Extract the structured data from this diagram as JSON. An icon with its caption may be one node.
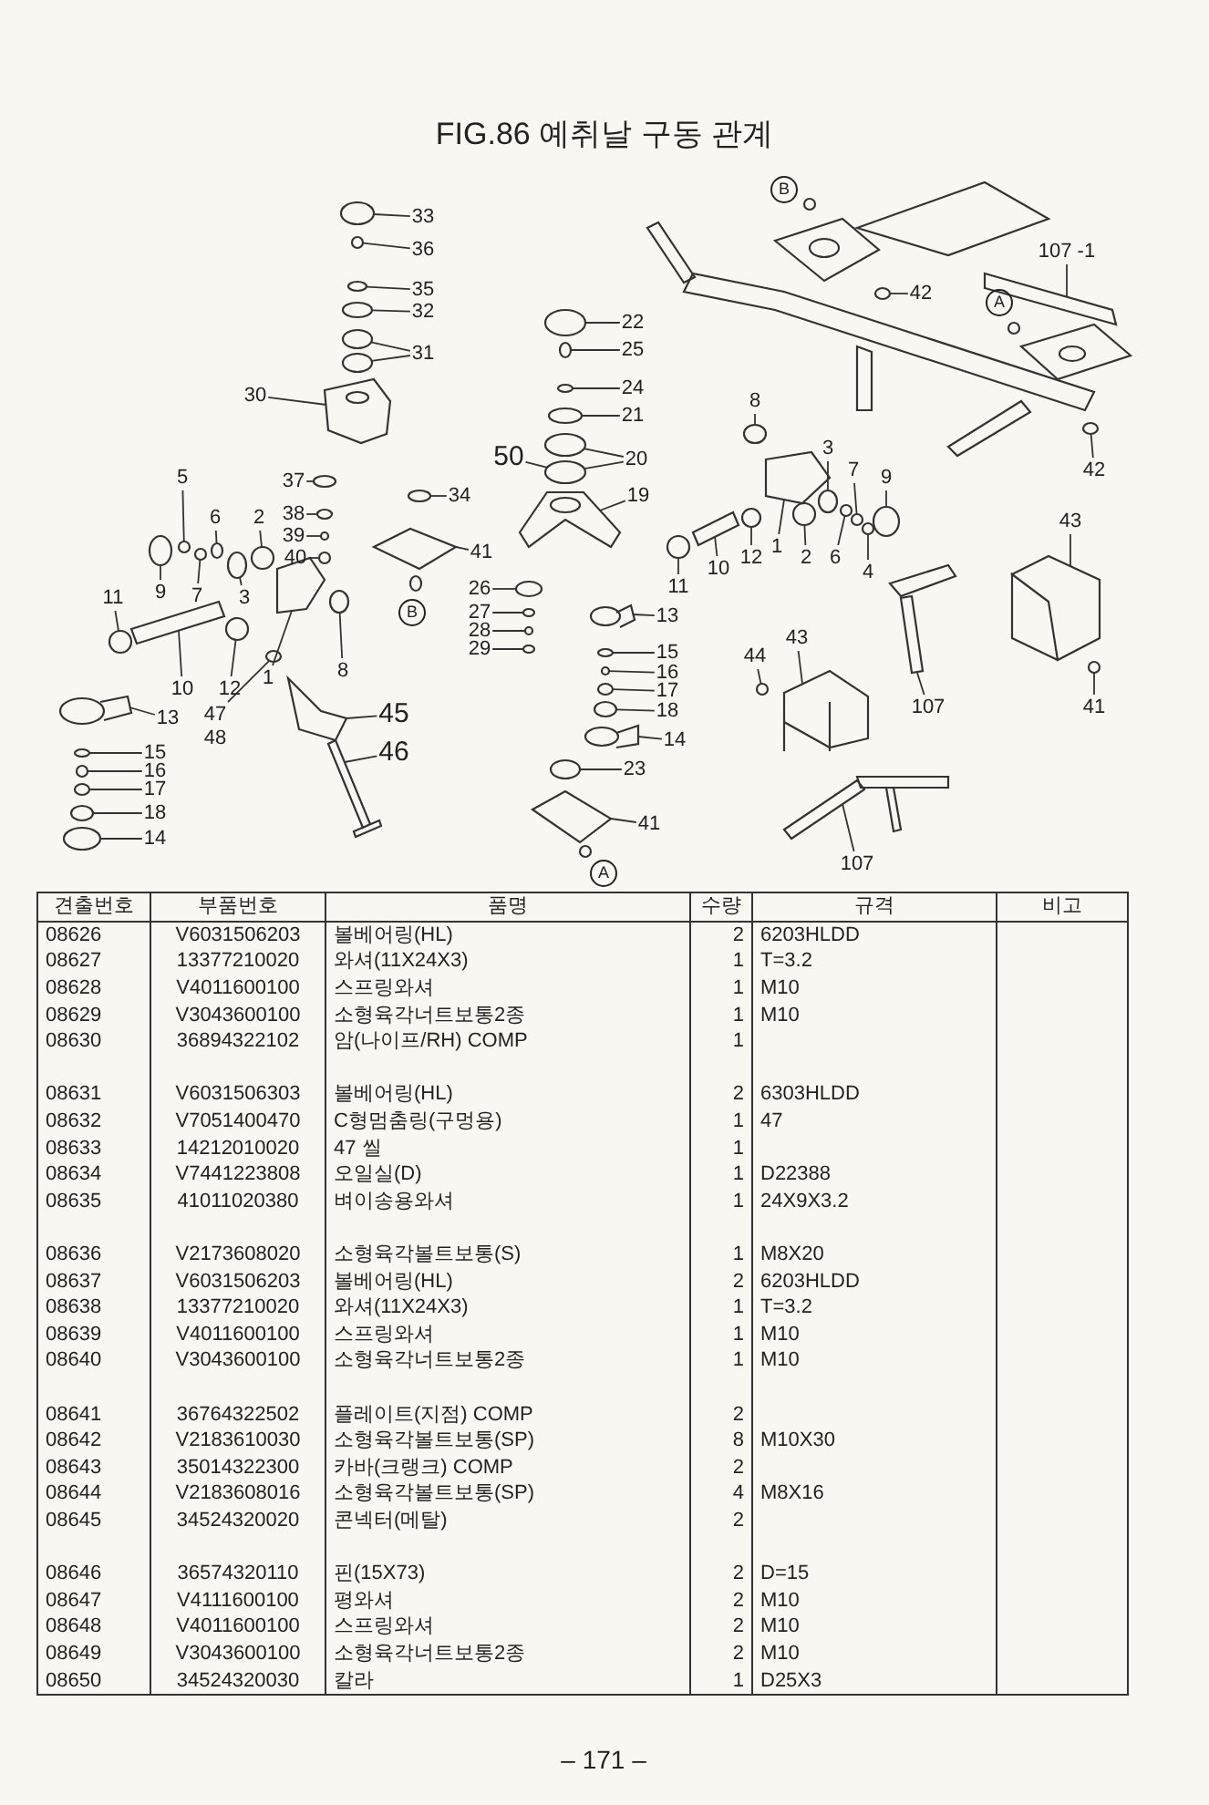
{
  "diagram": {
    "title": "FIG.86 예취날 구동 관계",
    "nodes": [
      {
        "text": [
          "B"
        ]
      },
      {
        "text": [
          "33"
        ]
      },
      {
        "text": [
          "36"
        ]
      },
      {
        "text": [
          "107 -1"
        ]
      },
      {
        "text": [
          "35"
        ]
      },
      {
        "text": [
          "42"
        ]
      },
      {
        "text": [
          "A"
        ]
      },
      {
        "text": [
          "32"
        ]
      },
      {
        "text": [
          "22"
        ]
      },
      {
        "text": [
          "25"
        ]
      },
      {
        "text": [
          "31"
        ]
      },
      {
        "text": [
          "24"
        ]
      },
      {
        "text": [
          "30"
        ]
      },
      {
        "text": [
          "21"
        ]
      },
      {
        "text": [
          "8"
        ]
      },
      {
        "text": [
          "20"
        ]
      },
      {
        "text": [
          "50"
        ]
      },
      {
        "text": [
          "42"
        ]
      },
      {
        "text": [
          "5"
        ]
      },
      {
        "text": [
          "3"
        ]
      },
      {
        "text": [
          "37"
        ]
      },
      {
        "text": [
          "19"
        ]
      },
      {
        "text": [
          "34"
        ]
      },
      {
        "text": [
          "7"
        ]
      },
      {
        "text": [
          "9"
        ]
      },
      {
        "text": [
          "38"
        ]
      },
      {
        "text": [
          "6"
        ]
      },
      {
        "text": [
          "2"
        ]
      },
      {
        "text": [
          "39"
        ]
      },
      {
        "text": [
          "43"
        ]
      },
      {
        "text": [
          "40"
        ]
      },
      {
        "text": [
          "41"
        ]
      },
      {
        "text": [
          "9"
        ]
      },
      {
        "text": [
          "7"
        ]
      },
      {
        "text": [
          "3"
        ]
      },
      {
        "text": [
          "2"
        ]
      },
      {
        "text": [
          "1"
        ]
      },
      {
        "text": [
          "12"
        ]
      },
      {
        "text": [
          "6"
        ]
      },
      {
        "text": [
          "4"
        ]
      },
      {
        "text": [
          "26"
        ]
      },
      {
        "text": [
          "10"
        ]
      },
      {
        "text": [
          "27"
        ]
      },
      {
        "text": [
          "11"
        ]
      },
      {
        "text": [
          "B"
        ]
      },
      {
        "text": [
          "28"
        ]
      },
      {
        "text": [
          "13"
        ]
      },
      {
        "text": [
          "43"
        ]
      },
      {
        "text": [
          "11"
        ]
      },
      {
        "text": [
          "29"
        ]
      },
      {
        "text": [
          "15"
        ]
      },
      {
        "text": [
          "44"
        ]
      },
      {
        "text": [
          "1"
        ]
      },
      {
        "text": [
          "8"
        ]
      },
      {
        "text": [
          "16"
        ]
      },
      {
        "text": [
          "41"
        ]
      },
      {
        "text": [
          "10"
        ]
      },
      {
        "text": [
          "12"
        ]
      },
      {
        "text": [
          "17"
        ]
      },
      {
        "text": [
          "47"
        ]
      },
      {
        "text": [
          "107"
        ]
      },
      {
        "text": [
          "18"
        ]
      },
      {
        "text": [
          "45"
        ]
      },
      {
        "text": [
          "13"
        ]
      },
      {
        "text": [
          "14"
        ]
      },
      {
        "text": [
          "15"
        ]
      },
      {
        "text": [
          "46"
        ]
      },
      {
        "text": [
          "23"
        ]
      },
      {
        "text": [
          "16"
        ]
      },
      {
        "text": [
          "17"
        ]
      },
      {
        "text": [
          "18"
        ]
      },
      {
        "text": [
          "41"
        ]
      },
      {
        "text": [
          "14"
        ]
      },
      {
        "text": [
          "107"
        ]
      },
      {
        "text": [
          "A"
        ]
      },
      {
        "text": [],
        "shape": "circle"
      },
      {
        "text": [],
        "shape": "circle"
      },
      {
        "text": [],
        "shape": "picture"
      },
      {
        "text": [],
        "shape": "circle"
      },
      {
        "text": [],
        "shape": "circle"
      },
      {
        "text": [],
        "shape": "circle"
      },
      {
        "text": [],
        "shape": "circle"
      },
      {
        "text": [],
        "shape": "circle"
      },
      {
        "text": [],
        "shape": "circle"
      },
      {
        "text": [],
        "shape": "circle"
      },
      {
        "text": [],
        "shape": "circle"
      },
      {
        "text": [],
        "shape": "picture"
      },
      {
        "text": [],
        "shape": "circle"
      },
      {
        "text": [],
        "shape": "circle"
      },
      {
        "text": [],
        "shape": "circle"
      },
      {
        "text": [],
        "shape": "circle"
      },
      {
        "text": [],
        "shape": "circle"
      },
      {
        "text": [],
        "shape": "circle"
      },
      {
        "text": [],
        "shape": "circle"
      },
      {
        "text": [],
        "shape": "circle"
      },
      {
        "text": [],
        "shape": "picture"
      },
      {
        "text": [],
        "shape": "circle"
      },
      {
        "text": [],
        "shape": "circle"
      },
      {
        "text": [],
        "shape": "circle"
      },
      {
        "text": [],
        "shape": "circle"
      },
      {
        "text": [],
        "shape": "circle"
      },
      {
        "text": [],
        "shape": "circle"
      },
      {
        "text": [],
        "shape": "circle"
      },
      {
        "text": [],
        "shape": "picture"
      },
      {
        "text": [],
        "shape": "circle"
      },
      {
        "text": [],
        "shape": "picture"
      },
      {
        "text": [],
        "shape": "circle"
      },
      {
        "text": [],
        "shape": "circle"
      },
      {
        "text": [],
        "shape": "circle"
      },
      {
        "text": [],
        "shape": "circle"
      },
      {
        "text": [],
        "shape": "picture"
      },
      {
        "text": [],
        "shape": "circle"
      },
      {
        "text": [],
        "shape": "circle"
      },
      {
        "text": [],
        "shape": "circle"
      },
      {
        "text": [],
        "shape": "circle"
      },
      {
        "text": [],
        "shape": "picture"
      },
      {
        "text": [],
        "shape": "circle"
      },
      {
        "text": [],
        "shape": "circle"
      },
      {
        "text": [],
        "shape": "circle"
      },
      {
        "text": [],
        "shape": "picture"
      },
      {
        "text": [],
        "shape": "bar"
      },
      {
        "text": [],
        "shape": "circle"
      },
      {
        "text": [],
        "shape": "circle"
      },
      {
        "text": [],
        "shape": "circle"
      },
      {
        "text": [],
        "shape": "circle"
      },
      {
        "text": [],
        "shape": "picture"
      },
      {
        "text": [],
        "shape": "circle"
      },
      {
        "text": [],
        "shape": "circle"
      },
      {
        "text": [],
        "shape": "circle"
      },
      {
        "text": [],
        "shape": "bar"
      },
      {
        "text": [],
        "shape": "circle"
      },
      {
        "text": [],
        "shape": "circle"
      },
      {
        "text": [],
        "shape": "circle"
      },
      {
        "text": [],
        "shape": "picture"
      },
      {
        "text": [],
        "shape": "circle"
      },
      {
        "text": [],
        "shape": "picture"
      },
      {
        "text": [],
        "shape": "picture"
      },
      {
        "text": [],
        "shape": "picture"
      },
      {
        "text": [],
        "shape": "circle"
      },
      {
        "text": [],
        "shape": "picture"
      },
      {
        "text": [],
        "shape": "circle"
      },
      {
        "text": [],
        "shape": "circle"
      },
      {
        "text": [],
        "shape": "circle"
      },
      {
        "text": [],
        "shape": "circle"
      },
      {
        "text": [],
        "shape": "picture"
      },
      {
        "text": [],
        "shape": "circle"
      },
      {
        "text": [],
        "shape": "picture"
      }
    ],
    "edges": [
      {
        "from": 1,
        "to": 75,
        "arrow": "none"
      },
      {
        "from": 2,
        "to": 76,
        "arrow": "none"
      },
      {
        "from": 3,
        "to": 77,
        "arrow": "none"
      },
      {
        "from": 4,
        "to": 78,
        "arrow": "none"
      },
      {
        "from": 5,
        "to": 79,
        "arrow": "none"
      },
      {
        "from": 7,
        "to": 80,
        "arrow": "none"
      },
      {
        "from": 8,
        "to": 81,
        "arrow": "none"
      },
      {
        "from": 9,
        "to": 82,
        "arrow": "none"
      },
      {
        "from": 10,
        "to": 83,
        "arrow": "none"
      },
      {
        "from": 10,
        "to": 84,
        "arrow": "none"
      },
      {
        "from": 11,
        "to": 85,
        "arrow": "none"
      },
      {
        "from": 12,
        "to": 86,
        "arrow": "none"
      },
      {
        "from": 13,
        "to": 87,
        "arrow": "none"
      },
      {
        "from": 14,
        "to": 88,
        "arrow": "none"
      },
      {
        "from": 15,
        "to": 89,
        "arrow": "none"
      },
      {
        "from": 15,
        "to": 90,
        "arrow": "none"
      },
      {
        "from": 16,
        "to": 90,
        "arrow": "none"
      },
      {
        "from": 17,
        "to": 91,
        "arrow": "none"
      },
      {
        "from": 18,
        "to": 92,
        "arrow": "none"
      },
      {
        "from": 19,
        "to": 93,
        "arrow": "none"
      },
      {
        "from": 20,
        "to": 94,
        "arrow": "none"
      },
      {
        "from": 21,
        "to": 95,
        "arrow": "none"
      },
      {
        "from": 22,
        "to": 96,
        "arrow": "none"
      },
      {
        "from": 23,
        "to": 97,
        "arrow": "none"
      },
      {
        "from": 24,
        "to": 98,
        "arrow": "none"
      },
      {
        "from": 25,
        "to": 99,
        "arrow": "none"
      },
      {
        "from": 26,
        "to": 100,
        "arrow": "none"
      },
      {
        "from": 27,
        "to": 101,
        "arrow": "none"
      },
      {
        "from": 28,
        "to": 102,
        "arrow": "none"
      },
      {
        "from": 29,
        "to": 103,
        "arrow": "none"
      },
      {
        "from": 30,
        "to": 104,
        "arrow": "none"
      },
      {
        "from": 31,
        "to": 105,
        "arrow": "none"
      },
      {
        "from": 32,
        "to": 106,
        "arrow": "none"
      },
      {
        "from": 33,
        "to": 107,
        "arrow": "none"
      },
      {
        "from": 34,
        "to": 108,
        "arrow": "none"
      },
      {
        "from": 35,
        "to": 109,
        "arrow": "none"
      },
      {
        "from": 36,
        "to": 110,
        "arrow": "none"
      },
      {
        "from": 37,
        "to": 111,
        "arrow": "none"
      },
      {
        "from": 38,
        "to": 112,
        "arrow": "none"
      },
      {
        "from": 39,
        "to": 113,
        "arrow": "none"
      },
      {
        "from": 40,
        "to": 114,
        "arrow": "none"
      },
      {
        "from": 41,
        "to": 115,
        "arrow": "none"
      },
      {
        "from": 42,
        "to": 116,
        "arrow": "none"
      },
      {
        "from": 43,
        "to": 117,
        "arrow": "none"
      },
      {
        "from": 45,
        "to": 118,
        "arrow": "none"
      },
      {
        "from": 46,
        "to": 119,
        "arrow": "none"
      },
      {
        "from": 47,
        "to": 120,
        "arrow": "none"
      },
      {
        "from": 48,
        "to": 121,
        "arrow": "none"
      },
      {
        "from": 49,
        "to": 122,
        "arrow": "none"
      },
      {
        "from": 50,
        "to": 123,
        "arrow": "none"
      },
      {
        "from": 51,
        "to": 124,
        "arrow": "none"
      },
      {
        "from": 52,
        "to": 125,
        "arrow": "none"
      },
      {
        "from": 53,
        "to": 126,
        "arrow": "none"
      },
      {
        "from": 54,
        "to": 127,
        "arrow": "none"
      },
      {
        "from": 55,
        "to": 128,
        "arrow": "none"
      },
      {
        "from": 56,
        "to": 129,
        "arrow": "none"
      },
      {
        "from": 57,
        "to": 130,
        "arrow": "none"
      },
      {
        "from": 58,
        "to": 131,
        "arrow": "none"
      },
      {
        "from": 59,
        "to": 132,
        "arrow": "none"
      },
      {
        "from": 60,
        "to": 133,
        "arrow": "none"
      },
      {
        "from": 61,
        "to": 134,
        "arrow": "none"
      },
      {
        "from": 62,
        "to": 135,
        "arrow": "none"
      },
      {
        "from": 63,
        "to": 136,
        "arrow": "none"
      },
      {
        "from": 64,
        "to": 137,
        "arrow": "none"
      },
      {
        "from": 65,
        "to": 138,
        "arrow": "none"
      },
      {
        "from": 66,
        "to": 139,
        "arrow": "none"
      },
      {
        "from": 67,
        "to": 140,
        "arrow": "none"
      },
      {
        "from": 68,
        "to": 141,
        "arrow": "none"
      },
      {
        "from": 69,
        "to": 142,
        "arrow": "none"
      },
      {
        "from": 70,
        "to": 143,
        "arrow": "none"
      },
      {
        "from": 71,
        "to": 144,
        "arrow": "none"
      },
      {
        "from": 72,
        "to": 145,
        "arrow": "none"
      },
      {
        "from": 73,
        "to": 146,
        "arrow": "none"
      }
    ],
    "labels": [
      "견출번호",
      "부품번호",
      "품명",
      "수량",
      "규격",
      "비고",
      "08626",
      "V6031506203",
      "볼베어링(HL)",
      "2",
      "6203HLDD",
      "08627",
      "13377210020",
      "와셔(11X24X3)",
      "1",
      "T=3.2",
      "08628",
      "V4011600100",
      "스프링와셔",
      "1",
      "M10",
      "08629",
      "V3043600100",
      "소형육각너트보통2종",
      "1",
      "M10",
      "08630",
      "36894322102",
      "암(나이프/RH) COMP",
      "1",
      "08631",
      "V6031506303",
      "볼베어링(HL)",
      "2",
      "6303HLDD",
      "08632",
      "V7051400470",
      "C형멈춤링(구멍용)",
      "1",
      "47",
      "08633",
      "14212010020",
      "47 씰",
      "1",
      "08634",
      "V7441223808",
      "오일실(D)",
      "1",
      "D22388",
      "08635",
      "41011020380",
      "벼이송용와셔",
      "1",
      "24X9X3.2",
      "08636",
      "V2173608020",
      "소형육각볼트보통(S)",
      "1",
      "M8X20",
      "08637",
      "V6031506203",
      "볼베어링(HL)",
      "2",
      "6203HLDD",
      "08638",
      "13377210020",
      "와셔(11X24X3)",
      "1",
      "T=3.2",
      "08639",
      "V4011600100",
      "스프링와셔",
      "1",
      "M10",
      "08640",
      "V3043600100",
      "소형육각너트보통2종",
      "1",
      "M10",
      "08641",
      "36764322502",
      "플레이트(지점) COMP",
      "2",
      "08642",
      "V2183610030",
      "소형육각볼트보통(SP)",
      "8",
      "M10X30",
      "08643",
      "35014322300",
      "카바(크랭크) COMP",
      "2",
      "08644",
      "V2183608016",
      "소형육각볼트보통(SP)",
      "4",
      "M8X16",
      "08645",
      "34524320020",
      "콘넥터(메탈)",
      "2",
      "08646",
      "36574320110",
      "핀(15X73)",
      "2",
      "D=15",
      "08647",
      "V4111600100",
      "평와셔",
      "2",
      "M10",
      "08648",
      "V4011600100",
      "스프링와셔",
      "2",
      "M10",
      "08649",
      "V3043600100",
      "소형육각너트보통2종",
      "2",
      "M10",
      "08650",
      "34524320030",
      "칼라",
      "1",
      "D25X3",
      "48",
      "– 171 –"
    ]
  }
}
